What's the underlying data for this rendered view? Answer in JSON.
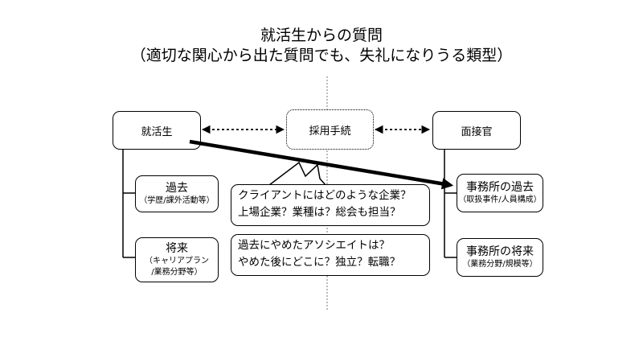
{
  "title": {
    "line1": "就活生からの質問",
    "line2": "（適切な関心から出た質問でも、失礼になりうる類型）"
  },
  "left_box": {
    "label": "就活生"
  },
  "center_box": {
    "label": "採用手続"
  },
  "right_box": {
    "label": "面接官"
  },
  "past_box": {
    "label": "過去",
    "sub": "（学歴/課外活動等）"
  },
  "future_box": {
    "label": "将来",
    "sub1": "（キャリアプラン",
    "sub2": "/業務分野等）"
  },
  "office_past_box": {
    "label": "事務所の過去",
    "sub": "（取扱事件/人員構成）"
  },
  "office_future_box": {
    "label": "事務所の将来",
    "sub": "（業務分野/規模等）"
  },
  "bubble1": {
    "line1": "クライアントにはどのような企業？",
    "line2": "上場企業？業種は？総会も担当？"
  },
  "bubble2": {
    "line1": "過去にやめたアソシエイトは？",
    "line2": "やめた後にどこに？独立？転職？"
  }
}
